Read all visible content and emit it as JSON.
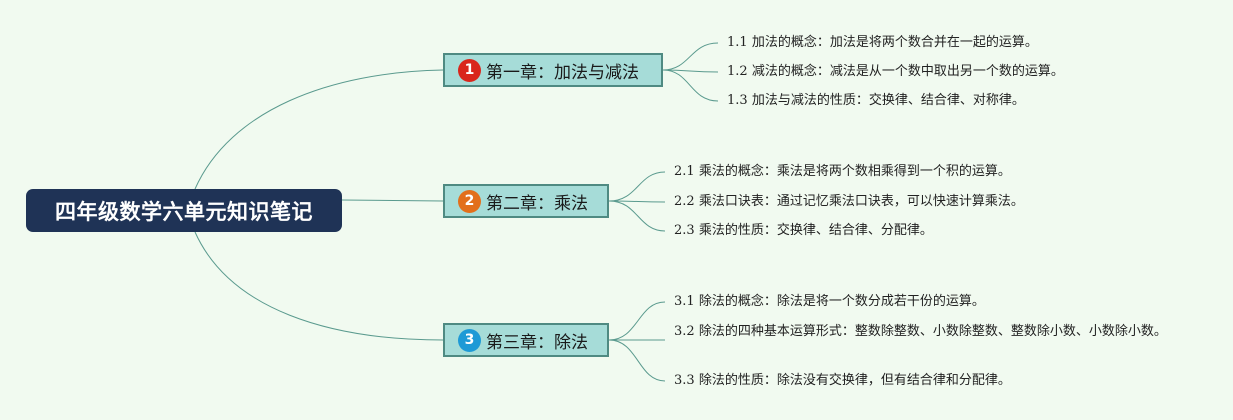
{
  "root": {
    "title": "四年级数学六单元知识笔记"
  },
  "chapters": [
    {
      "badge": "1",
      "badge_color": "#d9261c",
      "title": "第一章：加法与减法",
      "items": [
        {
          "num": "1.1",
          "text": "加法的概念：加法是将两个数合并在一起的运算。"
        },
        {
          "num": "1.2",
          "text": "减法的概念：减法是从一个数中取出另一个数的运算。"
        },
        {
          "num": "1.3",
          "text": "加法与减法的性质：交换律、结合律、对称律。"
        }
      ]
    },
    {
      "badge": "2",
      "badge_color": "#e26f1b",
      "title": "第二章：乘法",
      "items": [
        {
          "num": "2.1",
          "text": "乘法的概念：乘法是将两个数相乘得到一个积的运算。"
        },
        {
          "num": "2.2",
          "text": "乘法口诀表：通过记忆乘法口诀表，可以快速计算乘法。"
        },
        {
          "num": "2.3",
          "text": "乘法的性质：交换律、结合律、分配律。"
        }
      ]
    },
    {
      "badge": "3",
      "badge_color": "#1e9ad6",
      "title": "第三章：除法",
      "items": [
        {
          "num": "3.1",
          "text": "除法的概念：除法是将一个数分成若干份的运算。"
        },
        {
          "num": "3.2",
          "text": "除法的四种基本运算形式：整数除整数、小数除整数、整数除小数、小数除小数。"
        },
        {
          "num": "3.3",
          "text": "除法的性质：除法没有交换律，但有结合律和分配律。"
        }
      ]
    }
  ],
  "colors": {
    "background": "#f1faf0",
    "root_fill": "#1f3356",
    "chapter_fill": "#a6dcd8",
    "chapter_border": "#4f8a82",
    "connector": "#5a9a8e"
  }
}
